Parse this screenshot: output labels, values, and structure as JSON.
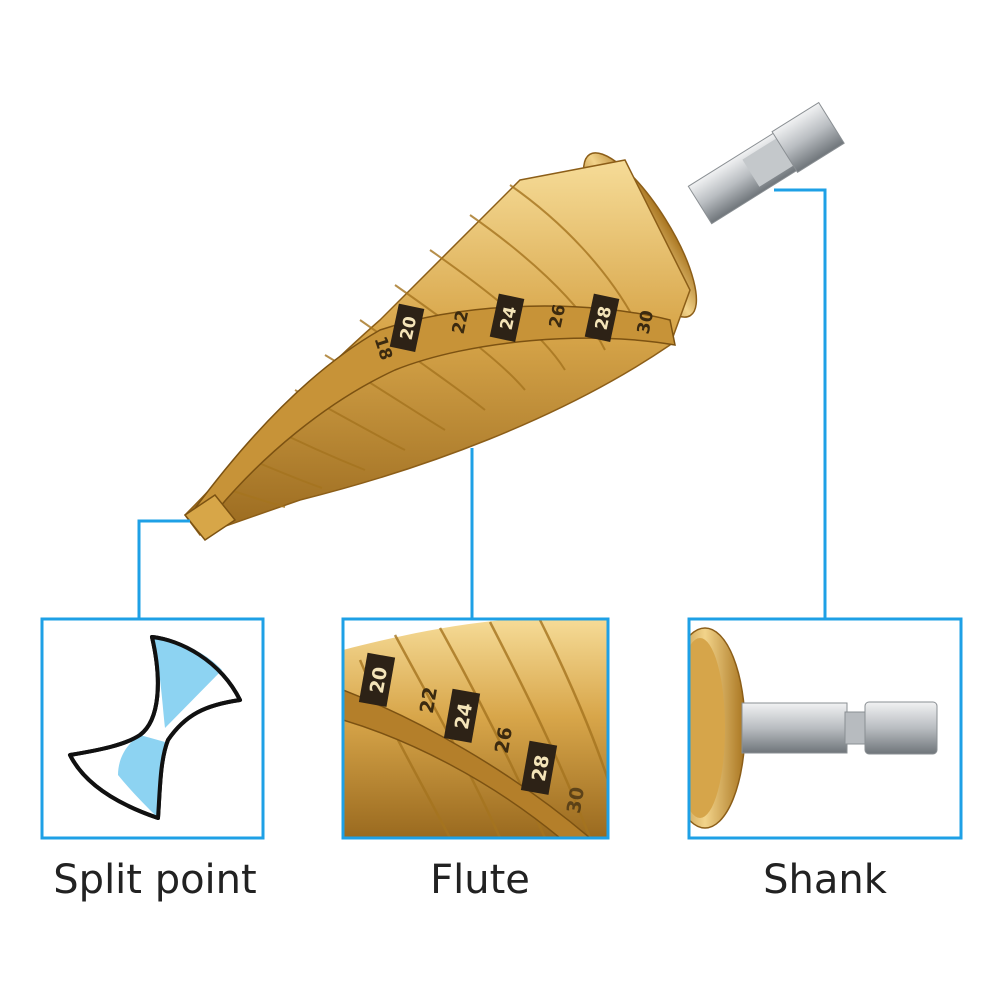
{
  "colors": {
    "accent": "#1ea0e6",
    "gold_light": "#f3d489",
    "gold_mid": "#d9a94c",
    "gold_dark": "#9c6b1f",
    "steel_light": "#e6e8ea",
    "steel_dark": "#7d8287",
    "split_blue": "#8dd3f2",
    "caption": "#222222"
  },
  "drill": {
    "step_marks": [
      "18",
      "20",
      "22",
      "24",
      "26",
      "28",
      "30"
    ]
  },
  "panels": {
    "split_point": {
      "caption": "Split point",
      "icon": "split-point-icon"
    },
    "flute": {
      "caption": "Flute",
      "step_marks": [
        "20",
        "22",
        "24",
        "26",
        "28",
        "30"
      ]
    },
    "shank": {
      "caption": "Shank"
    }
  }
}
